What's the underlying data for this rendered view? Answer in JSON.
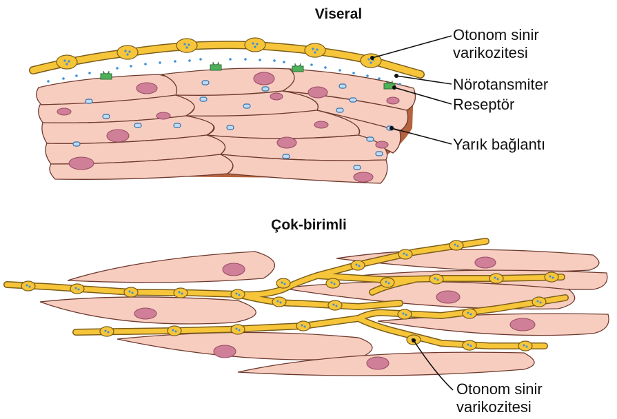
{
  "visceral": {
    "title": "Viseral",
    "labels": {
      "autonomic_varicosity_line1": "Otonom sinir",
      "autonomic_varicosity_line2": "varikozitesi",
      "neurotransmitter": "Nörotansmiter",
      "receptor": "Reseptör",
      "gap_junction": "Yarık bağlantı"
    }
  },
  "multiunit": {
    "title": "Çok-birimli",
    "labels": {
      "autonomic_varicosity_line1": "Otonom sinir",
      "autonomic_varicosity_line2": "varikozitesi"
    }
  },
  "colors": {
    "cell_fill": "#f7cdc0",
    "nucleus": "#cf7f98",
    "nerve": "#f6c53a",
    "neurotransmitter": "#3d8fd8",
    "receptor": "#4fb05a"
  }
}
